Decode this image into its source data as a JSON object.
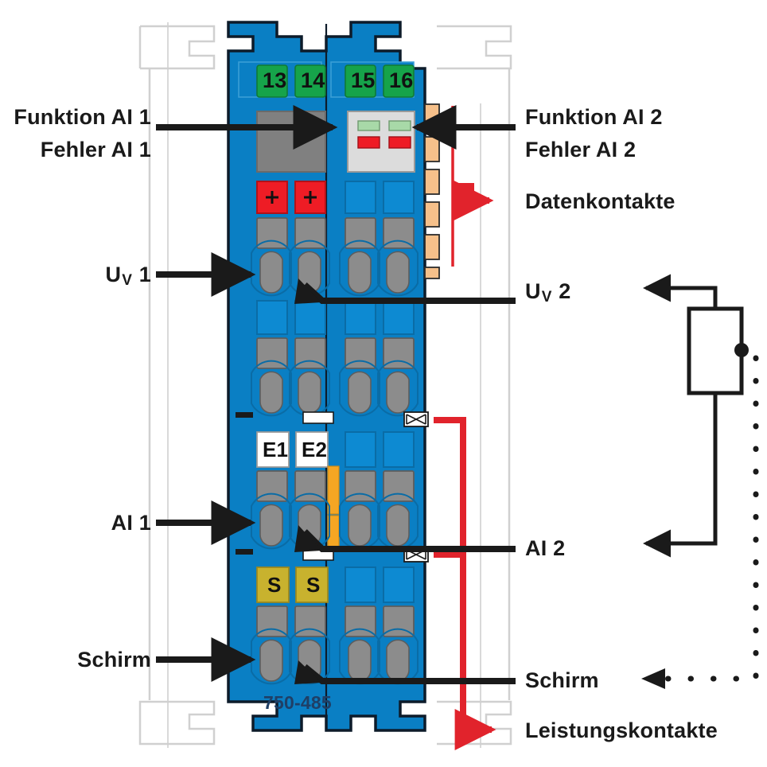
{
  "device": {
    "model": "750-485",
    "body_color": "#0a7fc4",
    "terminal_numbers": [
      "13",
      "14",
      "15",
      "16"
    ],
    "terminal_number_color": "#16a34a",
    "plus_markers": [
      "+",
      "+"
    ],
    "plus_marker_color": "#ee1c25",
    "input_markers": [
      "E1",
      "E2"
    ],
    "shield_markers": [
      "S",
      "S"
    ],
    "shield_marker_color": "#c8b22e",
    "led_panel": {
      "top_leds": [
        "green",
        "green"
      ],
      "bottom_leds": [
        "red",
        "red"
      ],
      "green_color": "#a8d9a8",
      "red_color": "#ee1c25",
      "panel_color": "#dcdcdc"
    },
    "left_label_area_color": "#808080",
    "orange_strip_color": "#f5a623",
    "data_contact_color": "#f6c08a",
    "data_contact_count": 6
  },
  "labels": {
    "funktion_ai_1": "Funktion AI 1",
    "fehler_ai_1": "Fehler AI 1",
    "funktion_ai_2": "Funktion AI 2",
    "fehler_ai_2": "Fehler AI 2",
    "datenkontakte": "Datenkontakte",
    "uv_1_prefix": "U",
    "uv_1_sub": "V",
    "uv_1_suffix": "1",
    "uv_2_prefix": "U",
    "uv_2_sub": "V",
    "uv_2_suffix": "2",
    "ai_1": "AI 1",
    "ai_2": "AI 2",
    "schirm_left": "Schirm",
    "schirm_right": "Schirm",
    "leistungskontakte": "Leistungskontakte"
  },
  "colors": {
    "arrow_black": "#1a1a1a",
    "arrow_red": "#e1232c",
    "leader_gray": "#d9d9d9",
    "neighbor_outline": "#d8d8d8",
    "terminal_gray": "#8c8c8c",
    "outline": "#111111"
  }
}
